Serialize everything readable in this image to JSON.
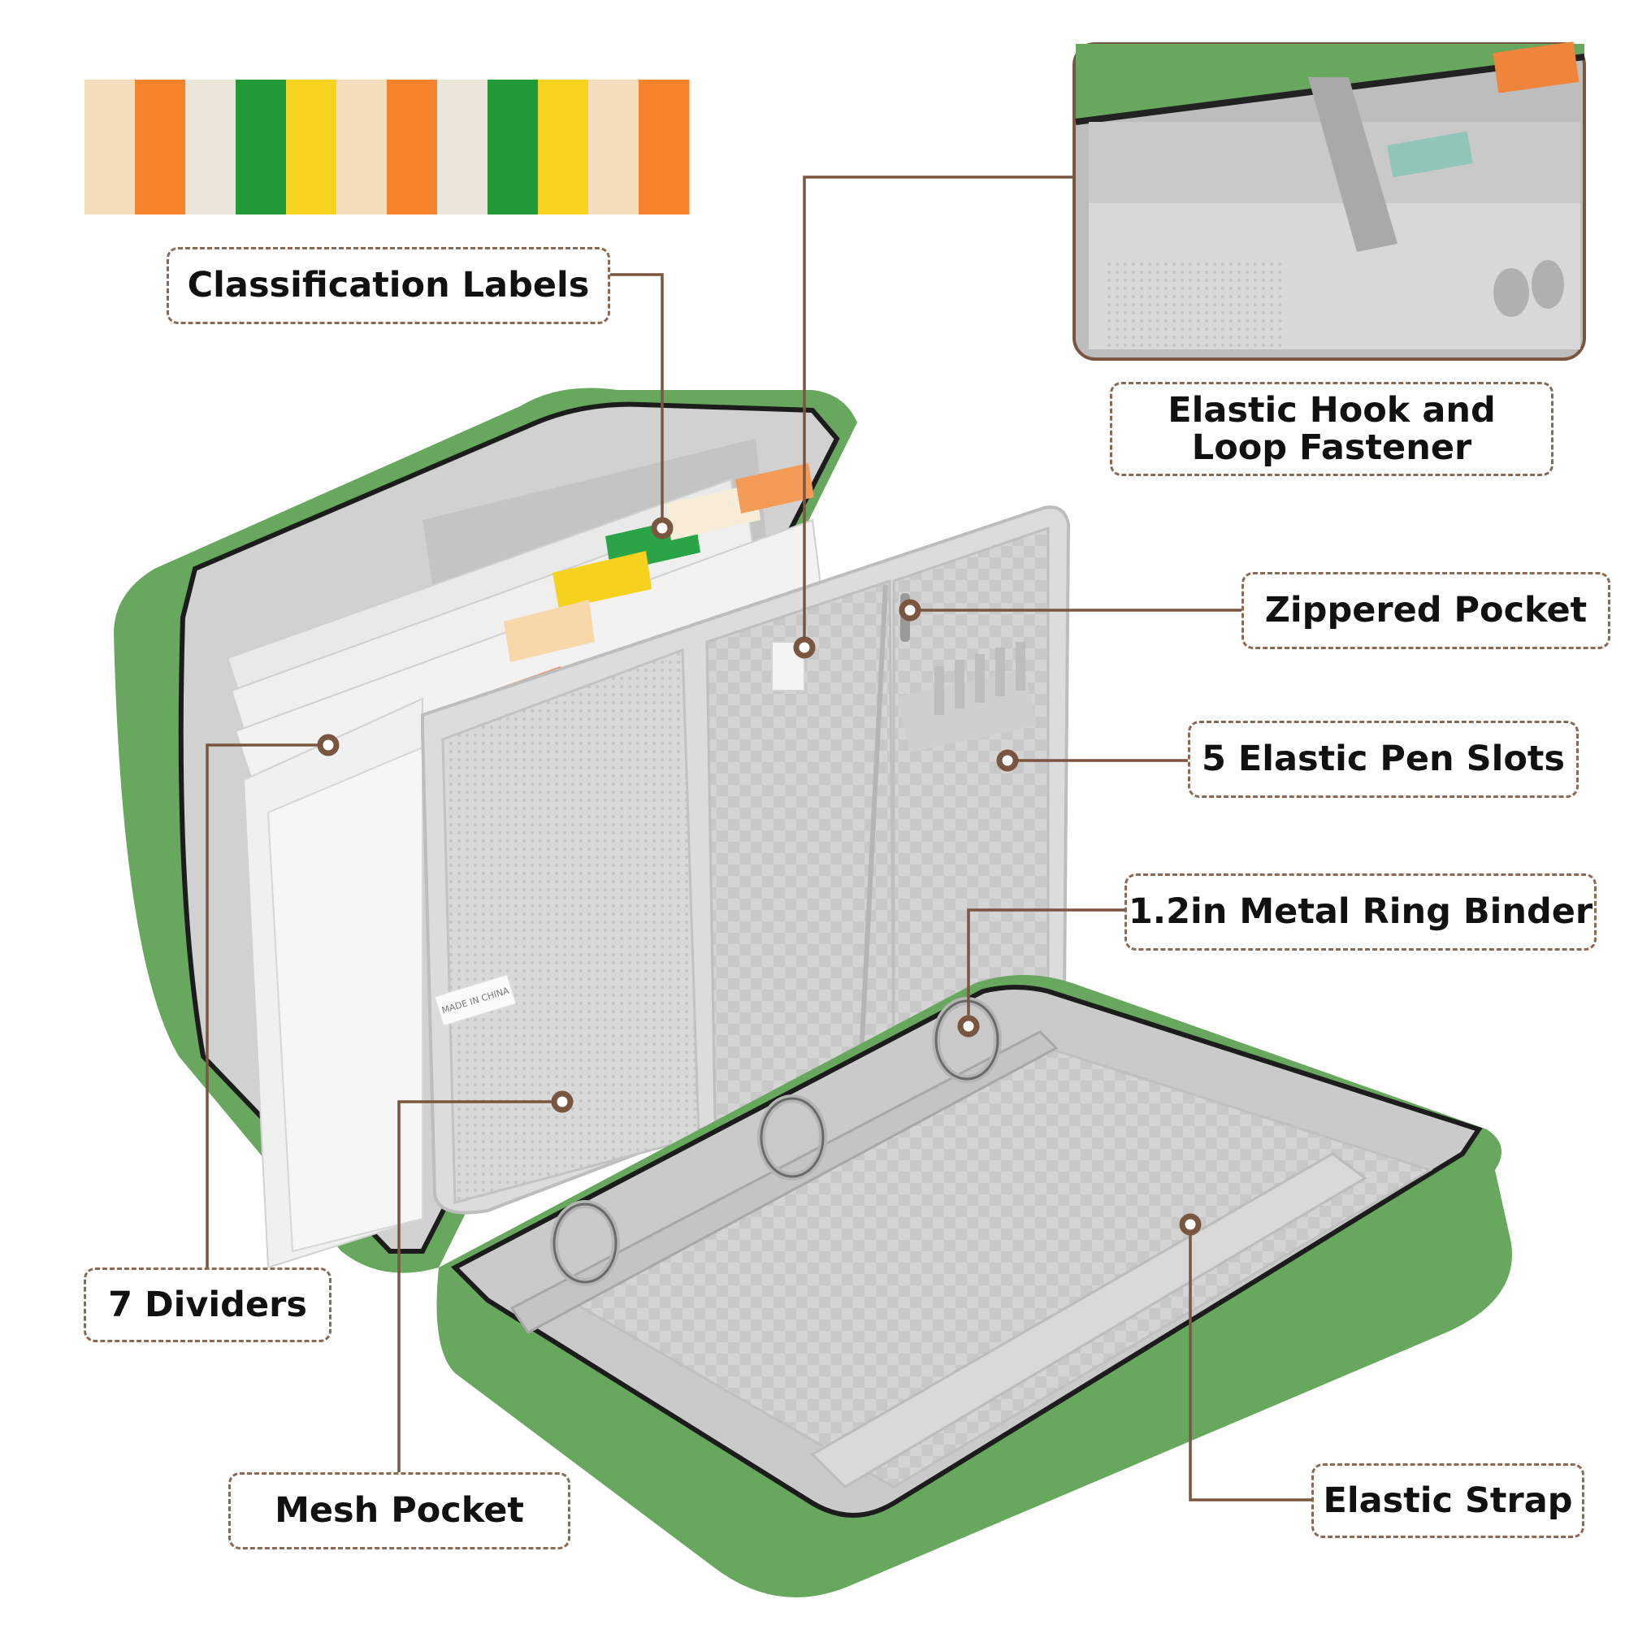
{
  "colors": {
    "bag_green": "#67a85e",
    "leader_brown": "#7a5540",
    "swatch_stripes": [
      "#f4dfbd",
      "#f7842c",
      "#ebe6d9",
      "#229a38",
      "#f7d21e",
      "#f4dfbd",
      "#f7842c",
      "#ebe6d9",
      "#229a38",
      "#f7d21e",
      "#f4dfbd",
      "#f7842c"
    ]
  },
  "labels": {
    "classification": "Classification Labels",
    "hook_loop": "Elastic Hook and\nLoop Fastener",
    "zippered": "Zippered Pocket",
    "pen_slots": "5 Elastic Pen Slots",
    "ring_binder": "1.2in Metal Ring Binder",
    "dividers": "7 Dividers",
    "mesh": "Mesh Pocket",
    "strap": "Elastic Strap"
  },
  "tag": {
    "made_in": "MADE IN CHINA"
  }
}
